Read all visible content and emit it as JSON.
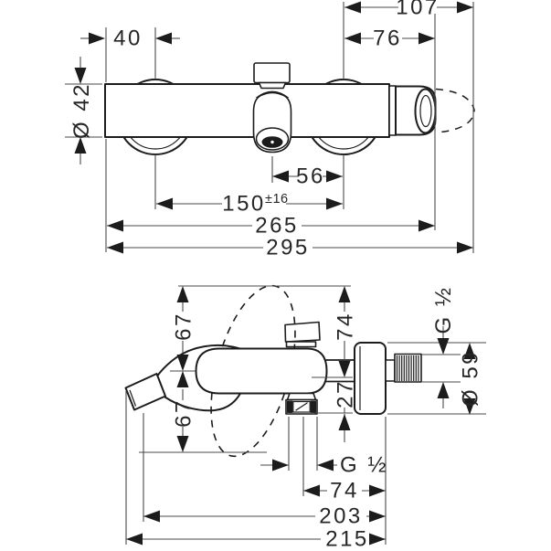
{
  "front_view": {
    "dim_40": "40",
    "dim_dia_42": "Ø 42",
    "dim_107": "107",
    "dim_76": "76",
    "dim_56": "56",
    "dim_150": "150",
    "dim_150_tolerance": "±16",
    "dim_265": "265",
    "dim_295": "295"
  },
  "side_view": {
    "dim_67_upper": "67",
    "dim_67_lower": "67",
    "dim_74_vertical": "74",
    "dim_27": "27",
    "dim_g_half_wall": "G ½",
    "dim_dia_59": "Ø 59",
    "dim_g_half_bottom": "G ½",
    "dim_74_horizontal": "74",
    "dim_203": "203",
    "dim_215": "215"
  },
  "colors": {
    "background": "#ffffff",
    "outline": "#1c1c1c",
    "dimension_line": "#4a4a4a",
    "text": "#262626"
  }
}
